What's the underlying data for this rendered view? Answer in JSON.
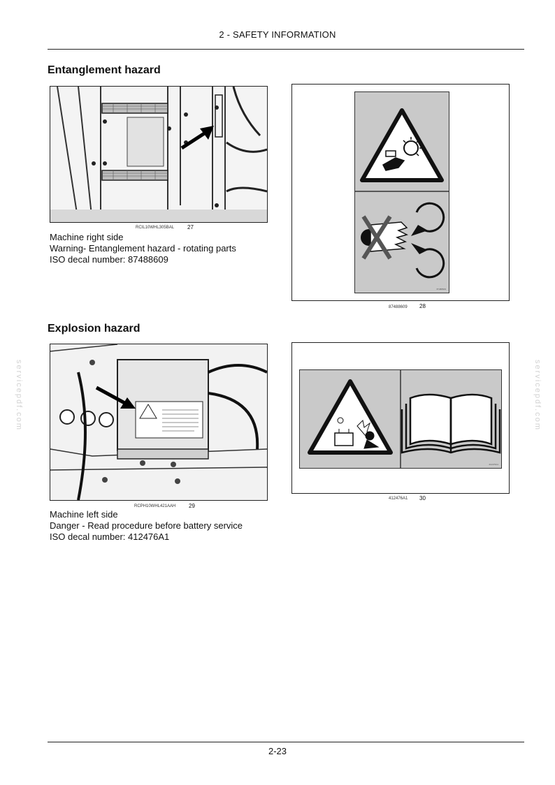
{
  "header": {
    "title": "2 - SAFETY INFORMATION"
  },
  "sections": [
    {
      "title": "Entanglement hazard",
      "photo": {
        "ref": "RCIL10WHL305BAL",
        "num": "27"
      },
      "decal": {
        "ref": "87488609",
        "num": "28",
        "tiny_code": "87488609"
      },
      "caption": [
        "Machine right side",
        "Warning- Entanglement hazard - rotating parts",
        "ISO decal number: 87488609"
      ]
    },
    {
      "title": "Explosion hazard",
      "photo": {
        "ref": "RCPH10WHL421AAH",
        "num": "29"
      },
      "decal": {
        "ref": "412476A1",
        "num": "30",
        "tiny_code": "412476A1"
      },
      "caption": [
        "Machine left side",
        "Danger - Read procedure before battery service",
        "ISO decal number: 412476A1"
      ]
    }
  ],
  "watermark": "servicepdf.com",
  "footer": {
    "page_number": "2-23"
  }
}
